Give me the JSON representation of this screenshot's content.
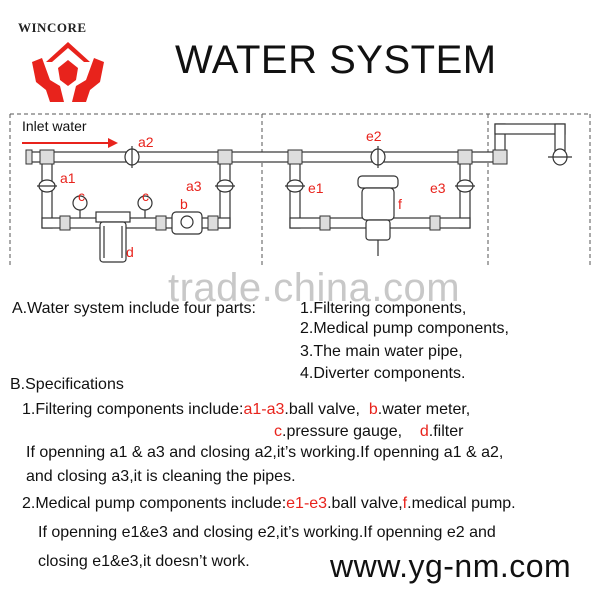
{
  "logo": {
    "brand": "WINCORE",
    "accent": "#e8231c",
    "icon": "hands-holding-roof-logo"
  },
  "title": "WATER SYSTEM",
  "diagram": {
    "inlet_label": "Inlet water",
    "labels": {
      "a1": "a1",
      "a2": "a2",
      "a3": "a3",
      "b": "b",
      "c_left": "c",
      "c_right": "c",
      "d": "d",
      "e1": "e1",
      "e2": "e2",
      "e3": "e3",
      "f": "f"
    },
    "label_color": "#e8231c"
  },
  "watermark": "trade.china.com",
  "section_a": {
    "line1_left": "A.Water system include four parts:",
    "line1_right": "1.Filtering components,",
    "item2": "2.Medical  pump components,",
    "item3": "3.The main water pipe,",
    "item4": "4.Diverter components."
  },
  "section_b": {
    "heading": "B.Specifications",
    "spec1_prefix": "1.Filtering components include:",
    "spec1_a": "a1-a3",
    "spec1_a_text": ".ball valve,  ",
    "spec1_b": "b",
    "spec1_b_text": ".water meter,",
    "spec1_c": "c",
    "spec1_c_text": ".pressure gauge,    ",
    "spec1_d": "d",
    "spec1_d_text": ".filter",
    "note1_line1": "If openning a1 & a3 and closing a2,it’s working.If openning a1 & a2,",
    "note1_line2": "and closing a3,it is cleaning the pipes.",
    "spec2_prefix": "2.Medical pump components include:",
    "spec2_e": "e1-e3",
    "spec2_e_text": ".ball valve,",
    "spec2_f": "f",
    "spec2_f_text": ".medical pump.",
    "note2_line1": "If openning e1&e3 and closing e2,it’s working.If openning e2 and",
    "note2_line2": "closing e1&e3,it doesn’t work."
  },
  "website": "www.yg-nm.com"
}
